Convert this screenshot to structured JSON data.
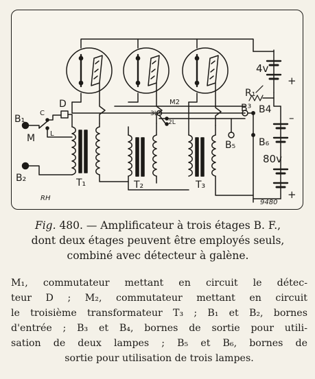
{
  "labels": {
    "B1": "B₁",
    "B2": "B₂",
    "B3": "B³",
    "B4": "B4",
    "B5": "B₅",
    "B6": "B₆",
    "C": "C",
    "D": "D",
    "M": "M",
    "L": "L",
    "T1": "T₁",
    "T2": "T₂",
    "T3": "T₃",
    "M2": "M2",
    "R1": "R₁",
    "v4": "4v",
    "v80": "80v",
    "sw3": "3L",
    "sw2": "2L",
    "plus_top": "+",
    "minus_mid": "–",
    "plus_bottom": "+",
    "initials": "RH",
    "number": "9480"
  },
  "caption": {
    "fig": "Fig.",
    "line1": "480. — Amplificateur à trois étages B. F.,",
    "line2": "dont deux étages peuvent être employés seuls,",
    "line3": "combiné avec détecteur à galène."
  },
  "legend": {
    "lines": [
      "M₁, commutateur mettant en circuit le détec-",
      "teur D ; M₂, commutateur mettant en circuit",
      "le troisième transformateur T₃ ; B₁ et B₂, bornes",
      "d'entrée ; B₃ et B₄, bornes de sortie pour utili-",
      "sation de deux lampes ; B₅ et B₆, bornes de",
      "sortie pour utilisation de trois lampes."
    ]
  }
}
